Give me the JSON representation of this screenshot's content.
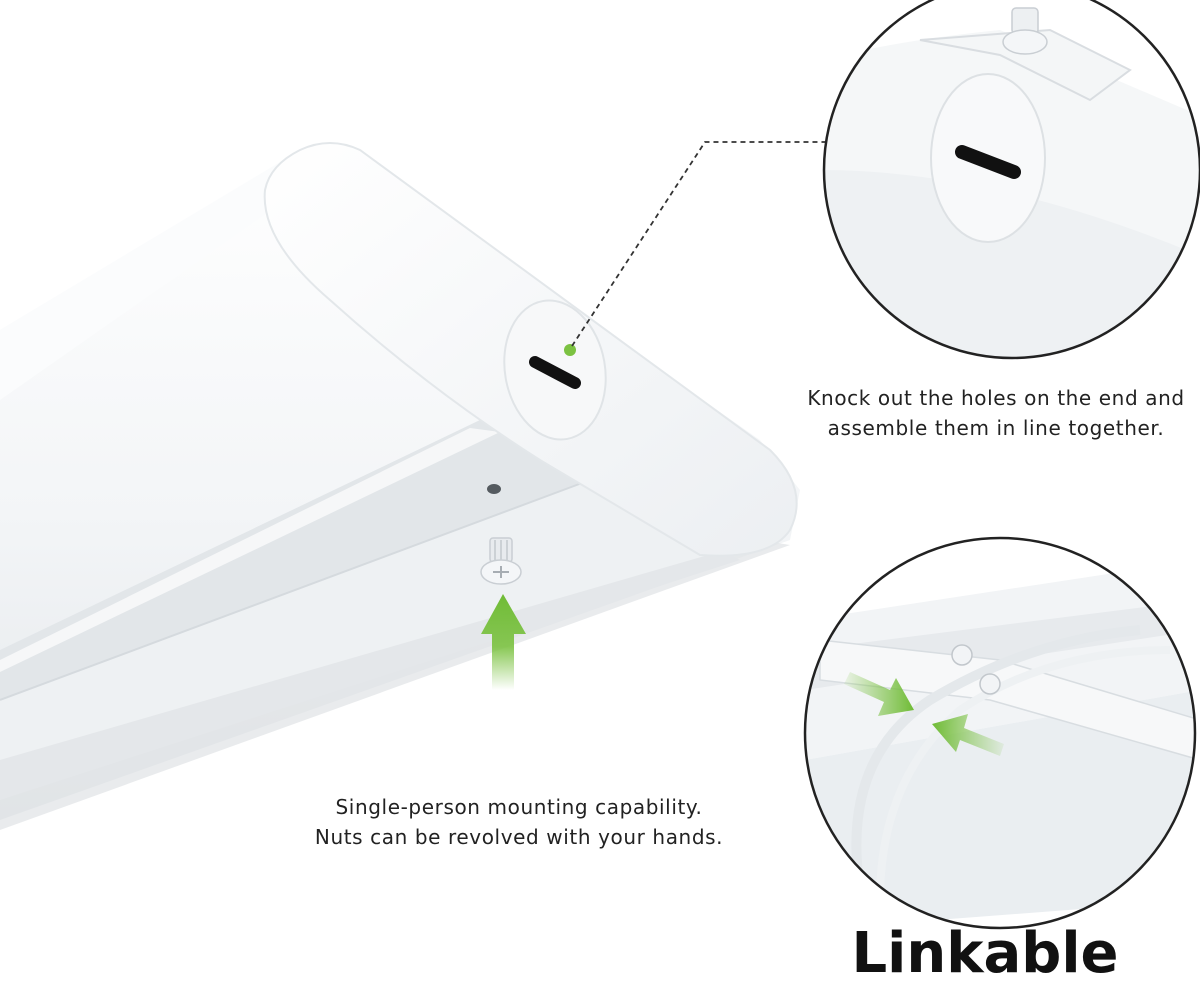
{
  "product_image": {
    "accent_color": "#7cc242",
    "captions": {
      "knockout": [
        "Knock out the holes on the end and",
        "assemble them in line together."
      ],
      "mounting": [
        "Single-person mounting capability.",
        "Nuts can be revolved with your hands."
      ]
    },
    "title": "Linkable"
  }
}
